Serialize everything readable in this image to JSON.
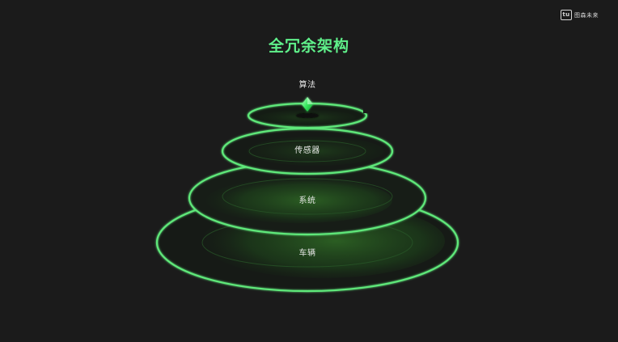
{
  "brand": {
    "mark": "tu",
    "name": "图森未来"
  },
  "title": "全冗余架构",
  "layers": [
    {
      "label": "算法"
    },
    {
      "label": "传感器"
    },
    {
      "label": "系统"
    },
    {
      "label": "车辆"
    }
  ],
  "colors": {
    "background": "#1b1b1b",
    "accent": "#5ff08a",
    "ring": "#4fd86a",
    "fill": "#1e4a1e"
  },
  "icons": {
    "top": "diamond-gem-icon"
  }
}
